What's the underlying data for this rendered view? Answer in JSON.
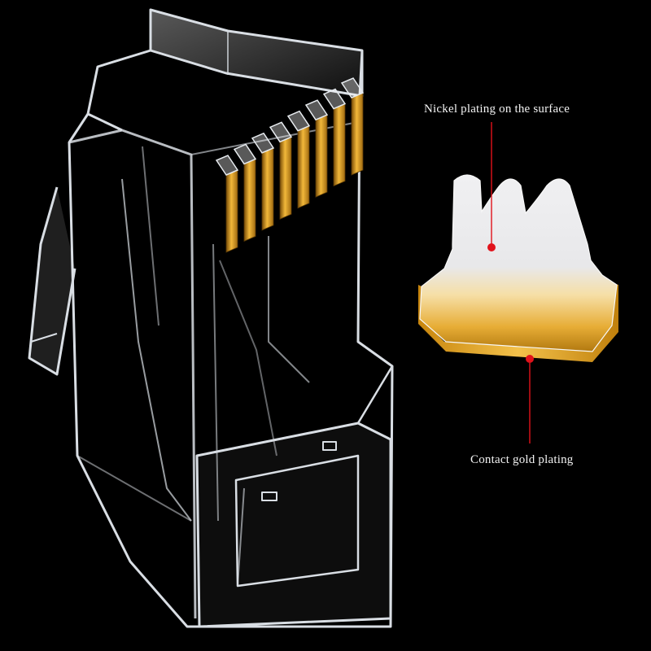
{
  "annotations": {
    "nickel_plating": "Nickel plating on the surface",
    "gold_plating": "Contact gold plating"
  },
  "colors": {
    "background": "#000000",
    "gold": "#e0a52a",
    "gold_dark": "#9a6a10",
    "nickel": "#e9eaec",
    "marker": "#e1121b",
    "plastic_edge": "#d8dde3"
  },
  "connector": {
    "contact_count": 8
  }
}
